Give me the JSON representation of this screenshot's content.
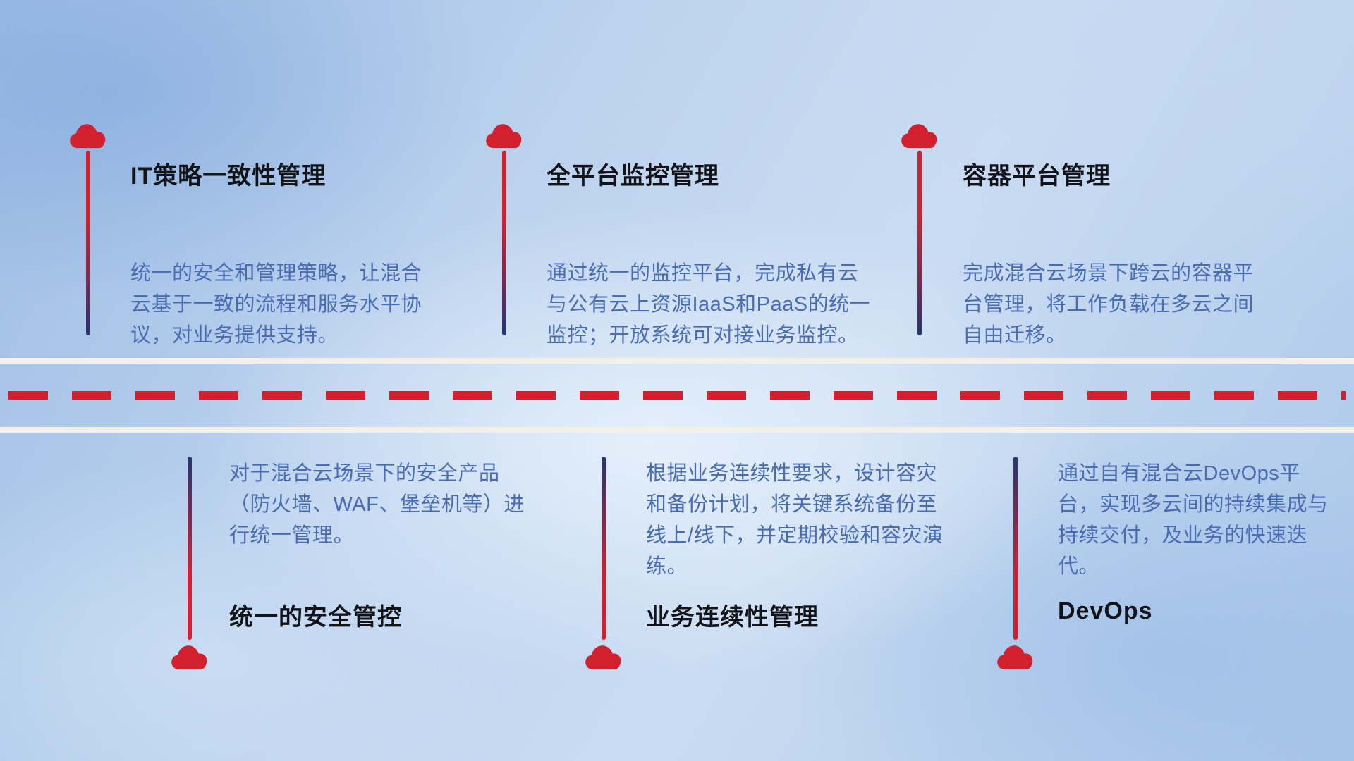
{
  "colors": {
    "accent_red": "#d2202f",
    "line_navy": "#25356f",
    "description_blue": "#4a6cb3",
    "title_black": "#121419",
    "road_white": "#f4f0e8",
    "background_blue": "#b6cdec"
  },
  "icons": {
    "cloud": "cloud-icon"
  },
  "top_items": [
    {
      "title": "IT策略一致性管理",
      "description": "统一的安全和管理策略，让混合云基于一致的流程和服务水平协议，对业务提供支持。"
    },
    {
      "title": "全平台监控管理",
      "description": "通过统一的监控平台，完成私有云与公有云上资源IaaS和PaaS的统一监控；开放系统可对接业务监控。"
    },
    {
      "title": "容器平台管理",
      "description": "完成混合云场景下跨云的容器平台管理，将工作负载在多云之间自由迁移。"
    }
  ],
  "bottom_items": [
    {
      "title": "统一的安全管控",
      "description": "对于混合云场景下的安全产品（防火墙、WAF、堡垒机等）进行统一管理。"
    },
    {
      "title": "业务连续性管理",
      "description": "根据业务连续性要求，设计容灾和备份计划，将关键系统备份至线上/线下，并定期校验和容灾演练。"
    },
    {
      "title": "DevOps",
      "description": "通过自有混合云DevOps平台，实现多云间的持续集成与持续交付，及业务的快速迭代。"
    }
  ]
}
